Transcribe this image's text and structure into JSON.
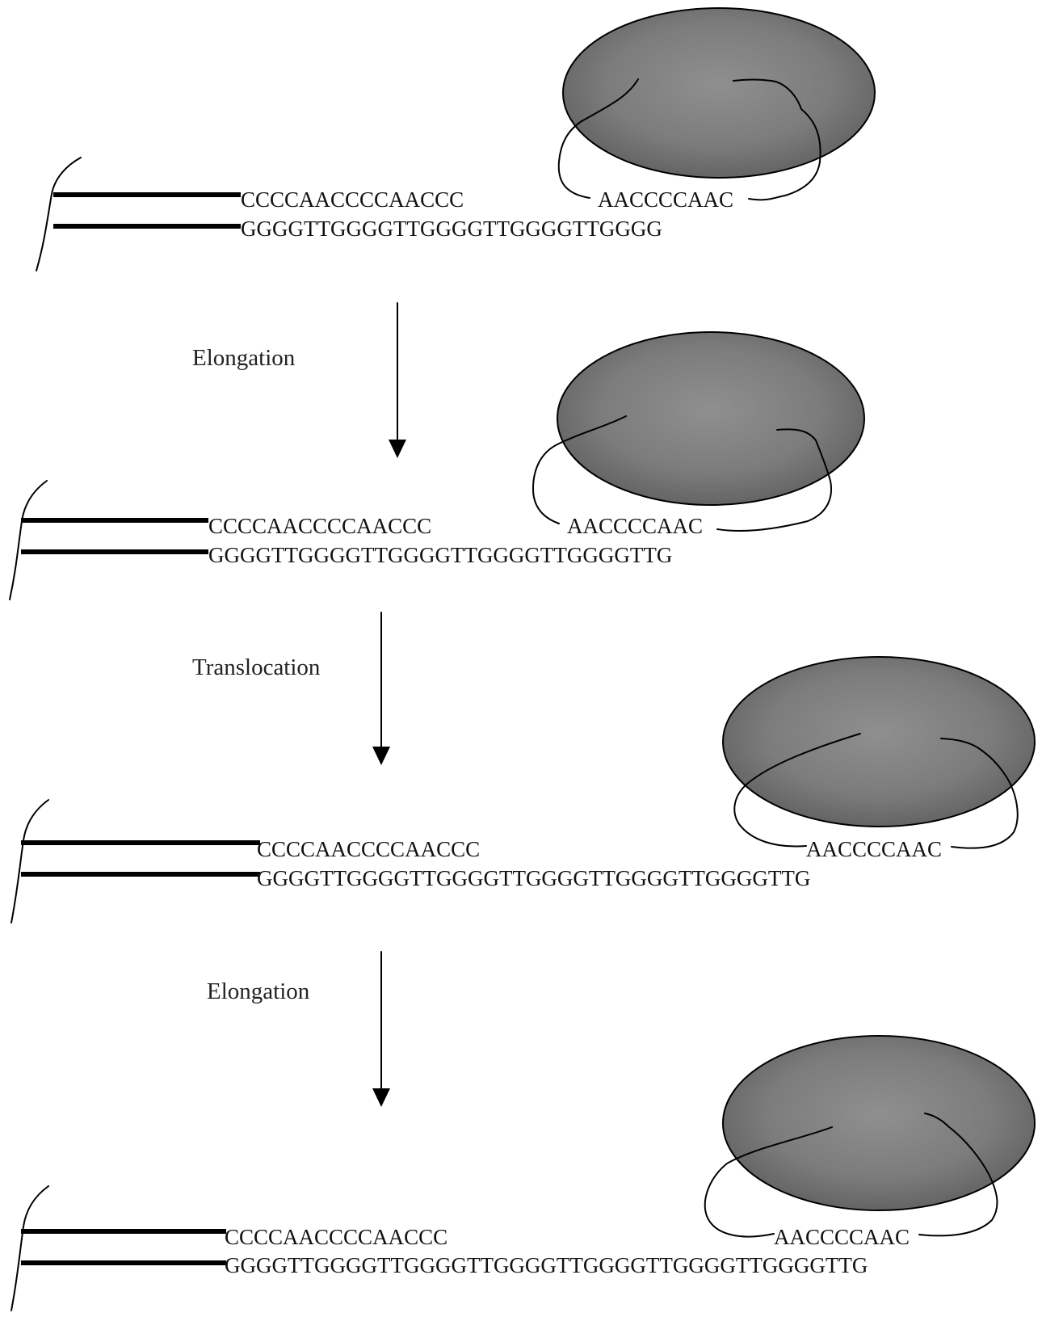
{
  "colors": {
    "enzyme_fill": "#7c7c7c",
    "enzyme_fill_light": "#8f8f8f",
    "enzyme_fill_dark": "#5e5e5e",
    "line": "#000000",
    "text": "#111111",
    "background": "#ffffff"
  },
  "stages": [
    {
      "top_seq": "CCCCAACCCCAACCC",
      "template_seq": "AACCCCAAC",
      "bottom_seq": "GGGGTTGGGGTTGGGGTTGGGGTTGGGG"
    },
    {
      "top_seq": "CCCCAACCCCAACCC",
      "template_seq": "AACCCCAAC",
      "bottom_seq": "GGGGTTGGGGTTGGGGTTGGGGTTGGGGTTG"
    },
    {
      "top_seq": "CCCCAACCCCAACCC",
      "template_seq": "AACCCCAAC",
      "bottom_seq": "GGGGTTGGGGTTGGGGTTGGGGTTGGGGTTGGGGTTG"
    },
    {
      "top_seq": "CCCCAACCCCAACCC",
      "template_seq": "AACCCCAAC",
      "bottom_seq": "GGGGTTGGGGTTGGGGTTGGGGTTGGGGTTGGGGTTGGGGTTG"
    }
  ],
  "steps": [
    {
      "label": "Elongation"
    },
    {
      "label": "Translocation"
    },
    {
      "label": "Elongation"
    }
  ]
}
